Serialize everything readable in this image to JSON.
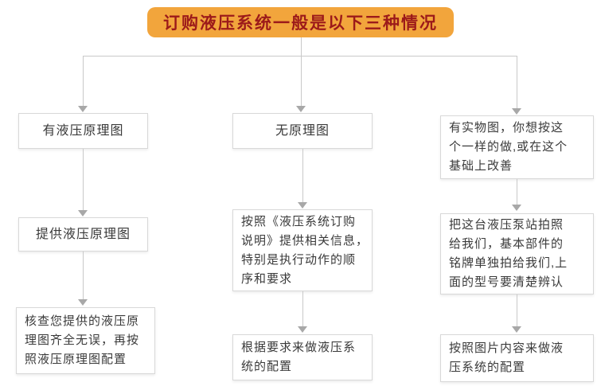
{
  "colors": {
    "header_bg": "#F2A53C",
    "header_text": "#9C1A1A",
    "connector": "#C9C9C9",
    "arrow": "#A8A8A8",
    "box_border": "#D8D8D8",
    "box_text": "#3A3A3A"
  },
  "header": {
    "title": "订购液压系统一般是以下三种情况"
  },
  "columns": [
    {
      "name": "has-hydraulic-schematic",
      "boxes": [
        "有液压原理图",
        "提供液压原理图",
        "核查您提供的液压原\n理图齐全无误，再按\n照液压原理图配置"
      ]
    },
    {
      "name": "no-schematic",
      "boxes": [
        "无原理图",
        "按照《液压系统订购\n说明》提供相关信息，\n特别是执行动作的顺\n序和要求",
        "根据要求来做液压系\n统的配置"
      ]
    },
    {
      "name": "has-real-photo",
      "boxes": [
        "有实物图，你想按这\n个一样的做,或在这个\n基础上改善",
        "把这台液压泵站拍照\n给我们，基本部件的\n铭牌单独拍给我们,上\n面的型号要清楚辨认",
        "按照图片内容来做液\n压系统的配置"
      ]
    }
  ]
}
